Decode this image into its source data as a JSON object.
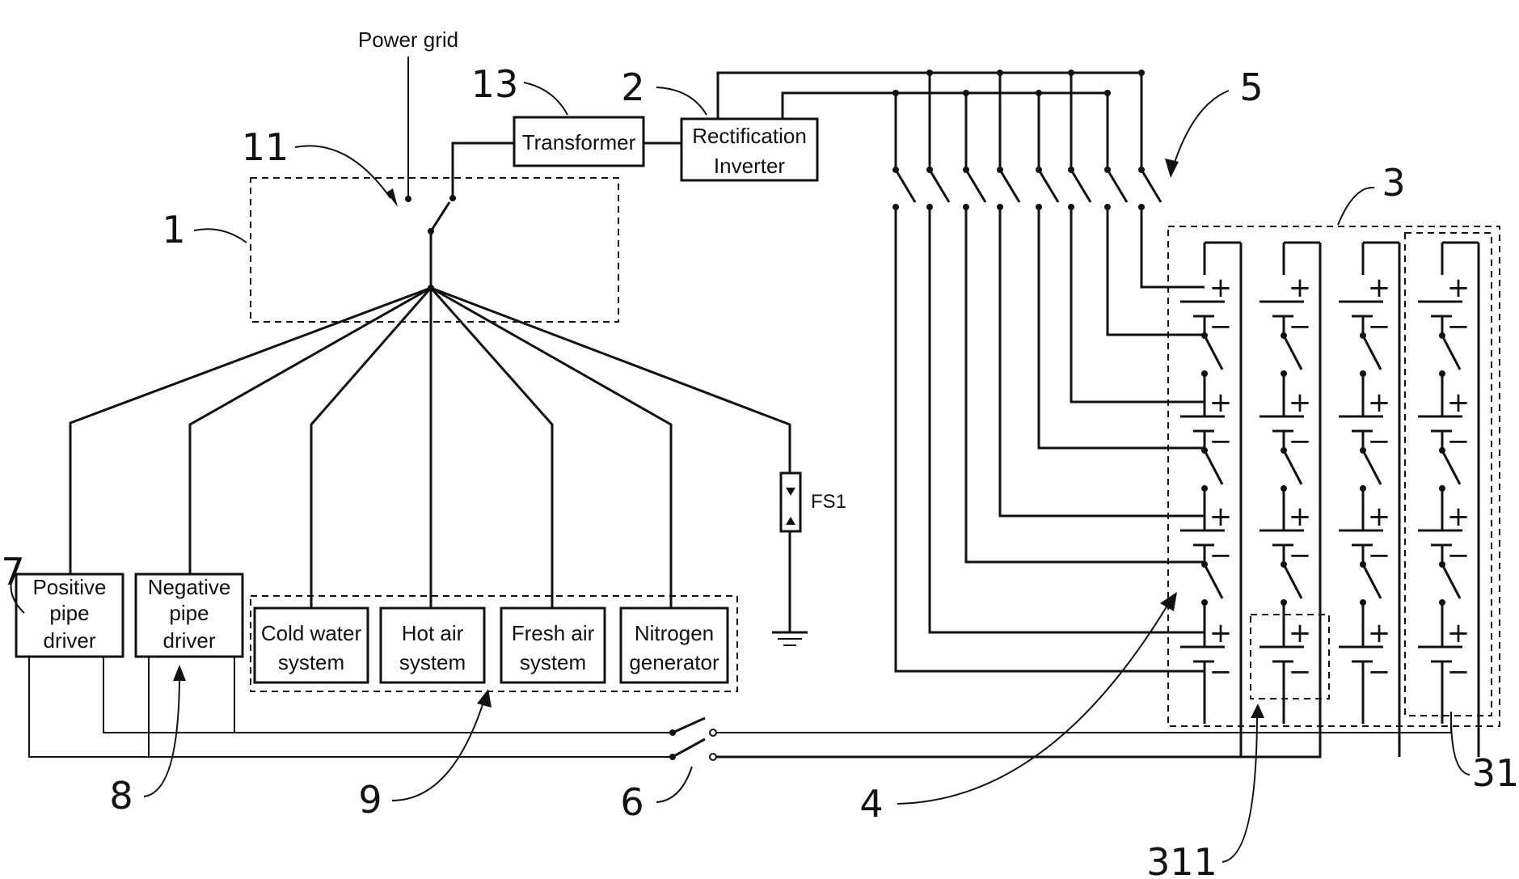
{
  "labels": {
    "power_grid": "Power grid",
    "transformer": "Transformer",
    "rectification_line1": "Rectification",
    "rectification_line2": "Inverter",
    "positive_line1": "Positive",
    "positive_line2": "pipe",
    "positive_line3": "driver",
    "negative_line1": "Negative",
    "negative_line2": "pipe",
    "negative_line3": "driver",
    "cold_line1": "Cold water",
    "cold_line2": "system",
    "hot_line1": "Hot air",
    "hot_line2": "system",
    "fresh_line1": "Fresh air",
    "fresh_line2": "system",
    "nitrogen_line1": "Nitrogen",
    "nitrogen_line2": "generator",
    "fuse": "FS1"
  },
  "battery_signs": {
    "plus": "+",
    "minus": "−"
  },
  "reference_numerals": {
    "n1": "1",
    "n2": "2",
    "n3": "3",
    "n4": "4",
    "n5": "5",
    "n6": "6",
    "n7": "7",
    "n8": "8",
    "n9": "9",
    "n11": "11",
    "n13": "13",
    "n31": "31",
    "n311": "311"
  },
  "battery_grid": {
    "columns": 4,
    "cells_per_column": 4
  }
}
